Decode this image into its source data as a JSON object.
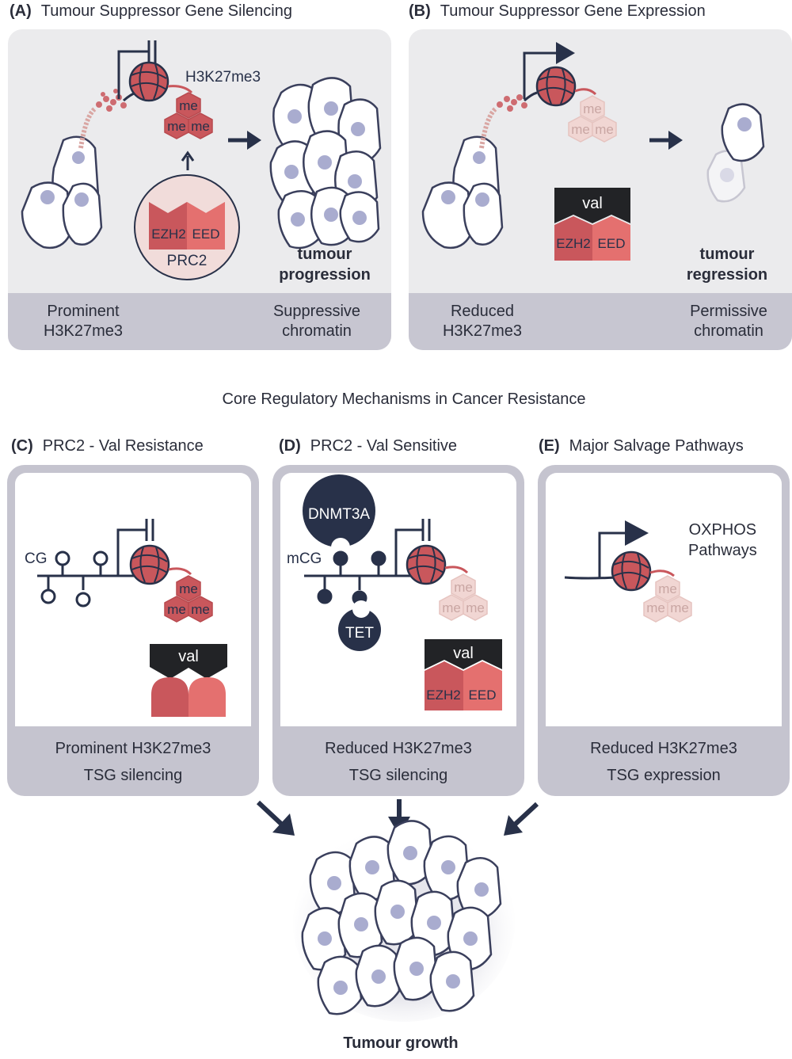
{
  "panels": {
    "a": {
      "letter": "(A)",
      "title": "Tumour Suppressor Gene Silencing",
      "mark_label": "H3K27me3",
      "me": [
        "me",
        "me",
        "me"
      ],
      "complex": {
        "left": "EZH2",
        "right": "EED",
        "name": "PRC2"
      },
      "outcome": [
        "tumour",
        "progression"
      ],
      "foot_left": [
        "Prominent",
        "H3K27me3"
      ],
      "foot_right": [
        "Suppressive",
        "chromatin"
      ]
    },
    "b": {
      "letter": "(B)",
      "title": "Tumour Suppressor Gene Expression",
      "me": [
        "me",
        "me",
        "me"
      ],
      "inhibitor": "val",
      "complex": {
        "left": "EZH2",
        "right": "EED"
      },
      "outcome": [
        "tumour",
        "regression"
      ],
      "foot_left": [
        "Reduced",
        "H3K27me3"
      ],
      "foot_right": [
        "Permissive",
        "chromatin"
      ]
    },
    "c": {
      "letter": "(C)",
      "title": "PRC2 - Val Resistance",
      "cg_label": "CG",
      "me": [
        "me",
        "me",
        "me"
      ],
      "inhibitor": "val",
      "lines": [
        "Prominent H3K27me3",
        "TSG silencing"
      ]
    },
    "d": {
      "letter": "(D)",
      "title": "PRC2 - Val Sensitive",
      "writer": "DNMT3A",
      "mcg_label": "mCG",
      "eraser": "TET",
      "me": [
        "me",
        "me",
        "me"
      ],
      "inhibitor": "val",
      "complex": {
        "left": "EZH2",
        "right": "EED"
      },
      "lines": [
        "Reduced H3K27me3",
        "TSG silencing"
      ]
    },
    "e": {
      "letter": "(E)",
      "title": "Major Salvage Pathways",
      "pathway": [
        "OXPHOS",
        "Pathways"
      ],
      "me": [
        "me",
        "me",
        "me"
      ],
      "lines": [
        "Reduced H3K27me3",
        "TSG expression"
      ]
    }
  },
  "section_title": "Core Regulatory Mechanisms in Cancer Resistance",
  "result_label": "Tumour growth",
  "colors": {
    "navy": "#283149",
    "red_dark": "#c9575c",
    "red_light": "#e4706f",
    "faded": "#f1d6d3",
    "panel_grey": "#ebebed",
    "footer_grey": "#c7c6d1",
    "cell_fill": "#ffffff",
    "nucleus": "#a9accf"
  }
}
